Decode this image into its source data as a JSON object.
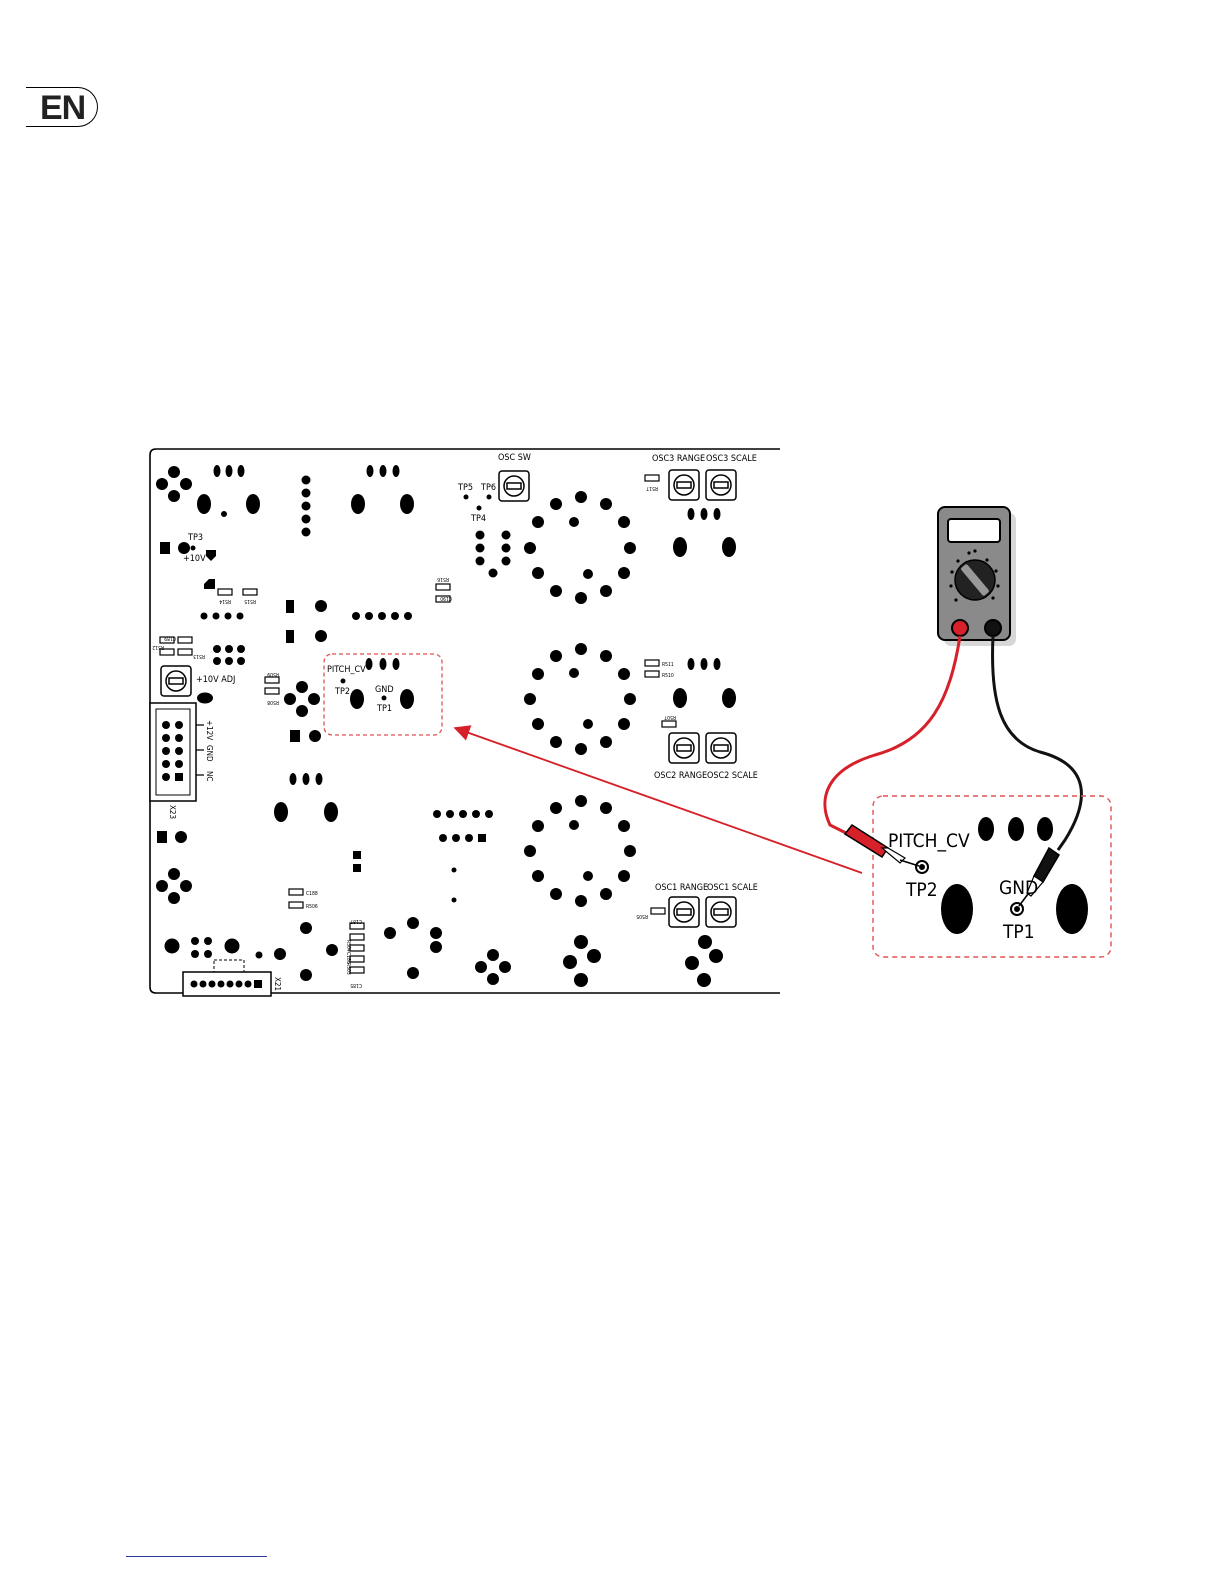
{
  "language_badge": "EN",
  "board_labels": {
    "tp3": "TP3",
    "plus10v": "+10V",
    "tp5": "TP5",
    "tp6": "TP6",
    "tp4": "TP4",
    "osc_sw": "OSC SW",
    "osc3_range": "OSC3 RANGE",
    "osc3_scale": "OSC3 SCALE",
    "osc2_range": "OSC2 RANGE",
    "osc2_scale": "OSC2 SCALE",
    "osc1_range": "OSC1 RANGE",
    "osc1_scale": "OSC1 SCALE",
    "plus10v_adj": "+10V ADJ",
    "pitch_cv": "PITCH_CV",
    "tp2": "TP2",
    "gnd": "GND",
    "tp1": "TP1",
    "pin_12v": "+12V",
    "pin_gnd": "GND",
    "pin_nc": "NC",
    "x23": "X23",
    "x21": "X21",
    "r517": "R517",
    "r516": "R516",
    "c190": "C190",
    "r514": "R514",
    "r515": "R515",
    "c189": "C189",
    "r512": "R512",
    "r513": "R513",
    "r509": "R509",
    "r508": "R508",
    "r511": "R511",
    "r510": "R510",
    "r507": "R507",
    "c188": "C188",
    "r506": "R506",
    "c187": "C187",
    "r504": "R504",
    "c186": "C186",
    "r503": "R503",
    "c185": "C185",
    "r505": "R505"
  },
  "zoom_labels": {
    "pitch_cv": "PITCH_CV",
    "tp2": "TP2",
    "gnd": "GND",
    "tp1": "TP1"
  },
  "colors": {
    "probe_red": "#d6202a",
    "probe_black": "#111111",
    "meter_body": "#8a8a8a",
    "callout": "#e05252"
  }
}
